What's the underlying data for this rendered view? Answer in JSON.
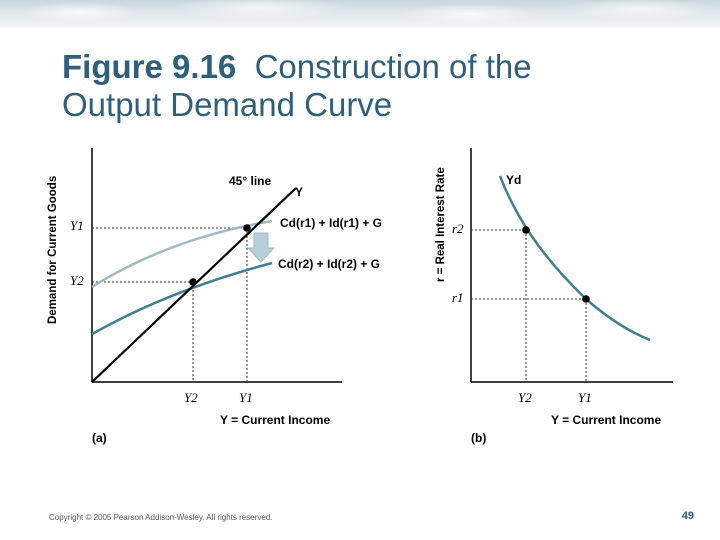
{
  "slide": {
    "title_fig": "Figure 9.16",
    "title_rest_1": "Construction of the",
    "title_rest_2": "Output Demand Curve",
    "copyright": "Copyright © 2005 Pearson Addison-Wesley. All rights reserved.",
    "page_number": "49"
  },
  "panel_a": {
    "y_axis_label": "Demand for Current Goods",
    "x_axis_label": "Y = Current Income",
    "panel_tag": "(a)",
    "line45_label": "45° line",
    "line45_end_label": "Y",
    "curve_r1_label": "Cd(r1) + Id(r1) + G",
    "curve_r2_label": "Cd(r2) + Id(r2) + G",
    "y_ticks": [
      "Y1",
      "Y2"
    ],
    "x_ticks": [
      "Y2",
      "Y1"
    ]
  },
  "panel_b": {
    "y_axis_label": "r = Real Interest Rate",
    "x_axis_label": "Y = Current Income",
    "panel_tag": "(b)",
    "curve_label": "Yd",
    "y_ticks": [
      "r2",
      "r1"
    ],
    "x_ticks": [
      "Y2",
      "Y1"
    ]
  },
  "colors": {
    "title": "#2f5f7d",
    "curve_r1": "#9fb9c6",
    "curve_r2": "#3e7f93",
    "yd_curve": "#3e7f93",
    "arrow": "#b9cfd9"
  }
}
